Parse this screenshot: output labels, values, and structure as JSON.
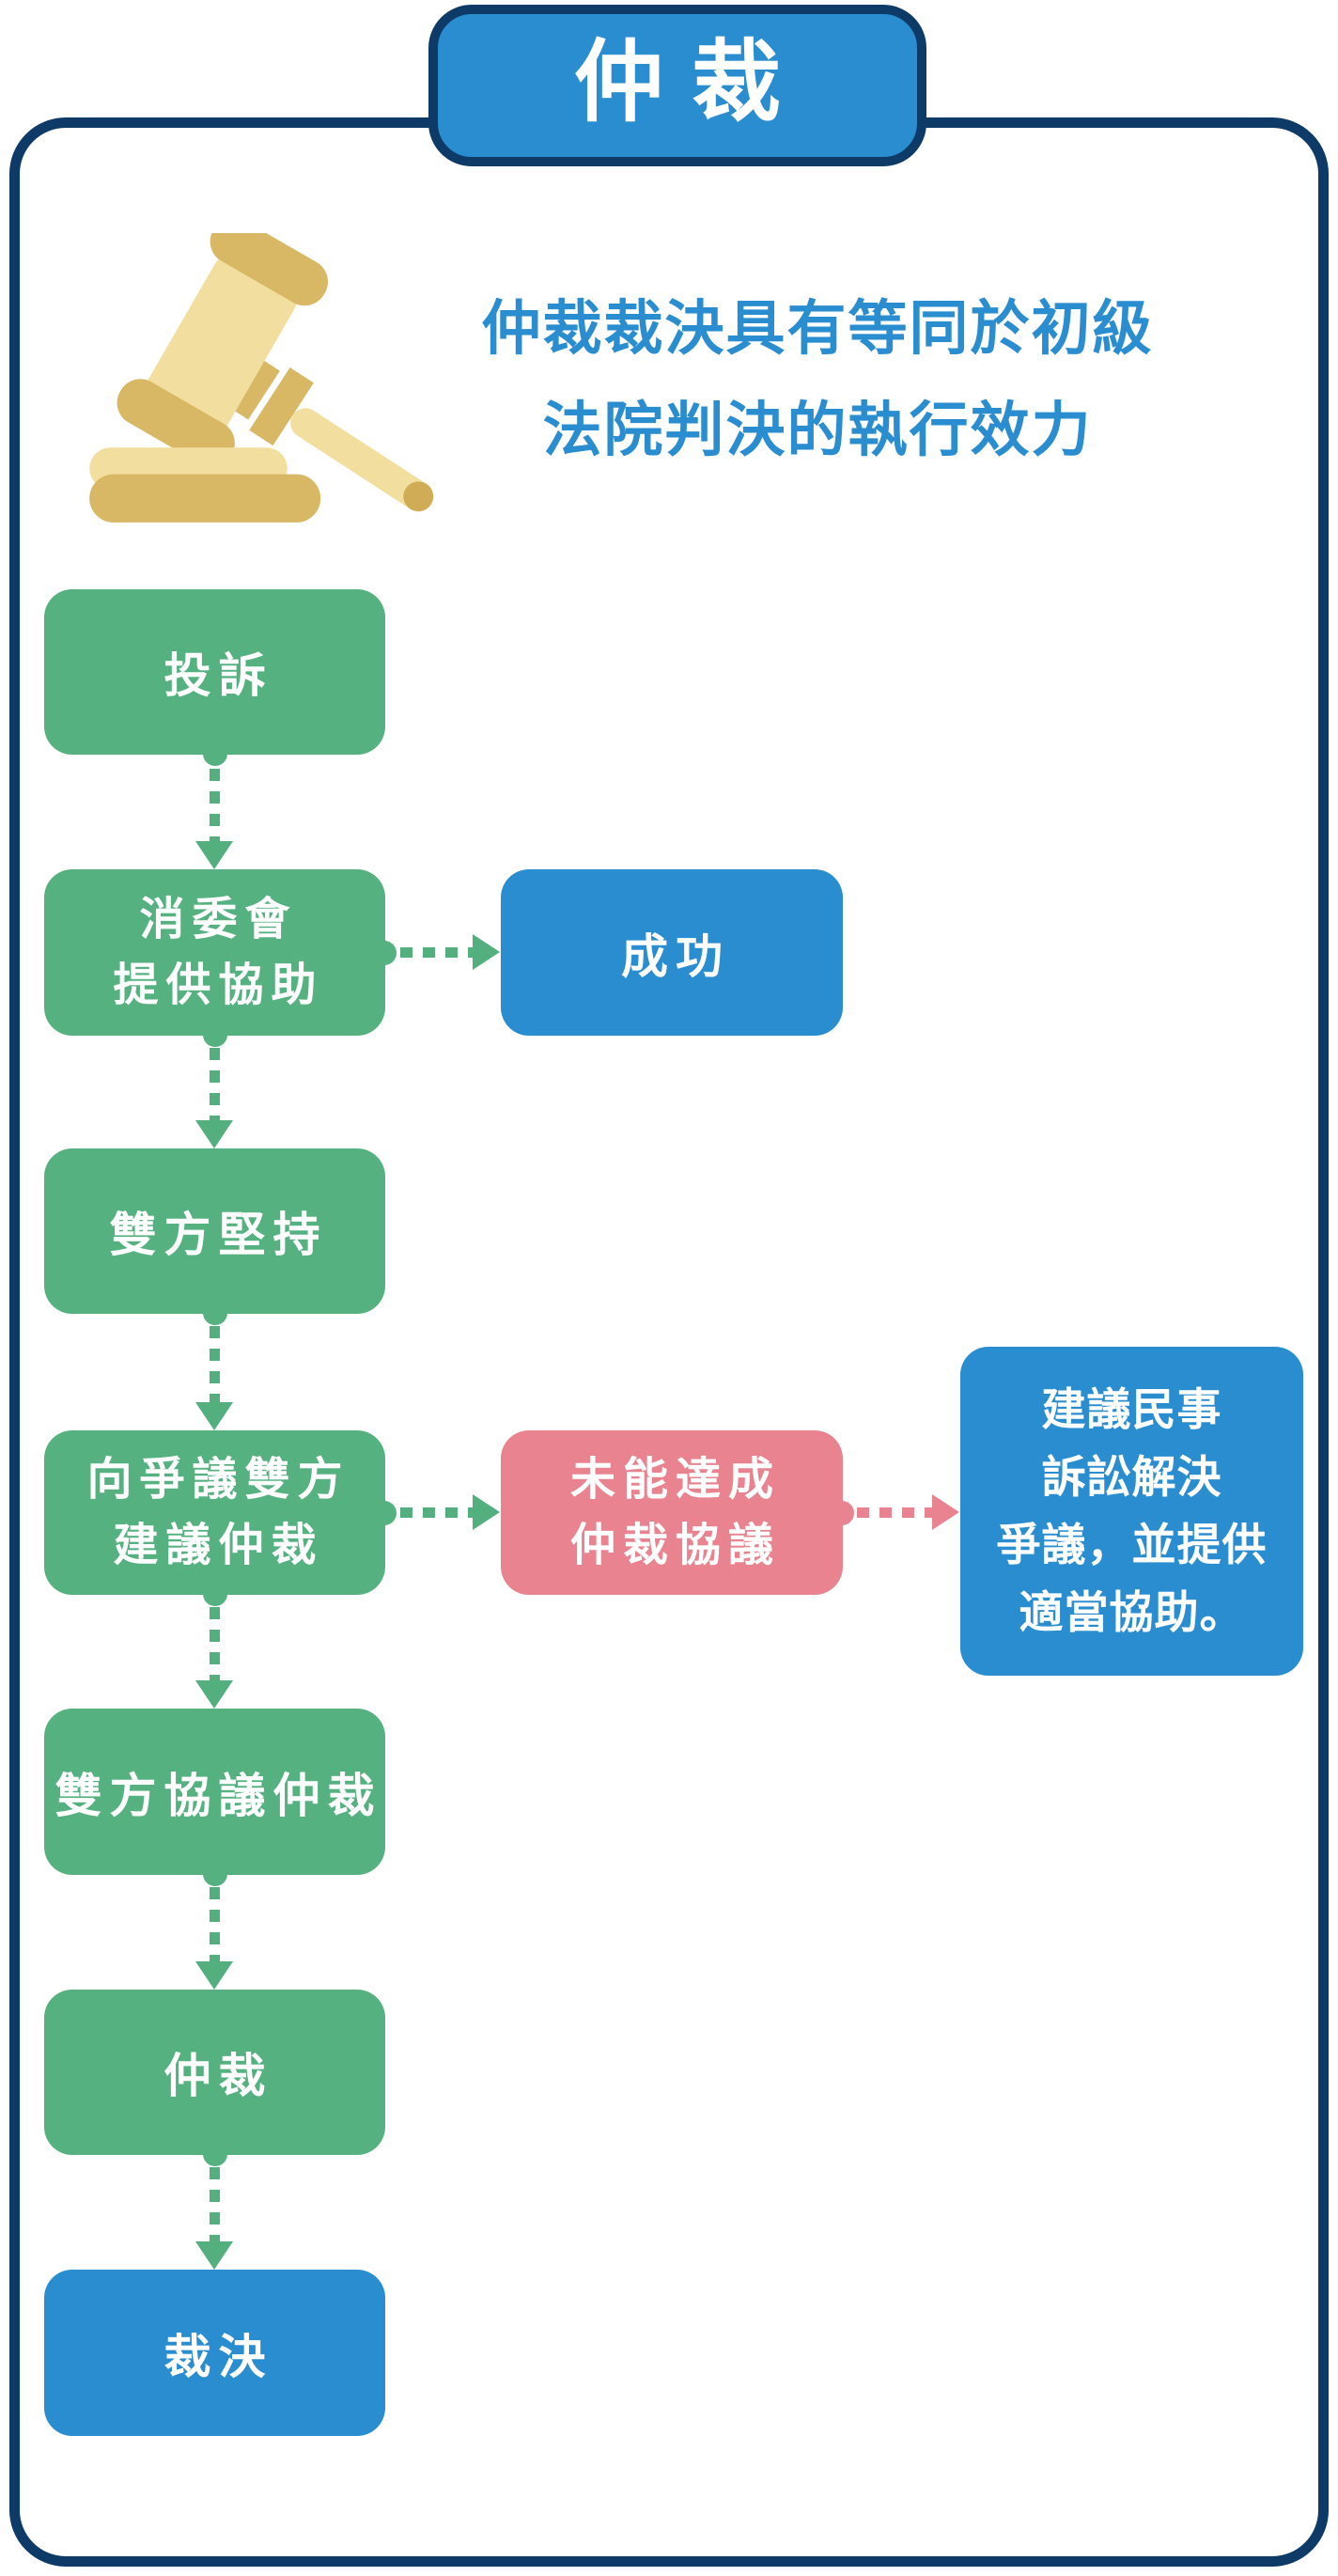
{
  "page_title": "仲裁",
  "header": {
    "icon": "gavel-icon",
    "note": "仲裁裁決具有等同於初級\n法院判決的執行效力"
  },
  "nodes": {
    "complaint": {
      "label": "投訴"
    },
    "council_assist": {
      "label": "消委會\n提供協助"
    },
    "success": {
      "label": "成功"
    },
    "both_insist": {
      "label": "雙方堅持"
    },
    "suggest_arbitration": {
      "label": "向爭議雙方\n建議仲裁"
    },
    "fail_agreement": {
      "label": "未能達成\n仲裁協議"
    },
    "civil_litigation": {
      "label": "建議民事\n訴訟解決\n爭議，並提供\n適當協助。"
    },
    "agree_arbitration": {
      "label": "雙方協議仲裁"
    },
    "arbitration": {
      "label": "仲裁"
    },
    "award": {
      "label": "裁決"
    }
  },
  "edges": [
    {
      "from": "complaint",
      "to": "council_assist",
      "direction": "down",
      "color": "green"
    },
    {
      "from": "council_assist",
      "to": "success",
      "direction": "right",
      "color": "green"
    },
    {
      "from": "council_assist",
      "to": "both_insist",
      "direction": "down",
      "color": "green"
    },
    {
      "from": "both_insist",
      "to": "suggest_arbitration",
      "direction": "down",
      "color": "green"
    },
    {
      "from": "suggest_arbitration",
      "to": "fail_agreement",
      "direction": "right",
      "color": "green"
    },
    {
      "from": "fail_agreement",
      "to": "civil_litigation",
      "direction": "right",
      "color": "pink"
    },
    {
      "from": "suggest_arbitration",
      "to": "agree_arbitration",
      "direction": "down",
      "color": "green"
    },
    {
      "from": "agree_arbitration",
      "to": "arbitration",
      "direction": "down",
      "color": "green"
    },
    {
      "from": "arbitration",
      "to": "award",
      "direction": "down",
      "color": "green"
    }
  ],
  "colors": {
    "blue": "#2a8dd0",
    "navy_border": "#0d3a67",
    "green": "#55b17f",
    "arrow_green": "#53af7d",
    "pink": "#e8838f",
    "gavel_light": "#f2dfa0",
    "gavel_dark": "#d8b765",
    "text_on_node": "#ffffff"
  }
}
